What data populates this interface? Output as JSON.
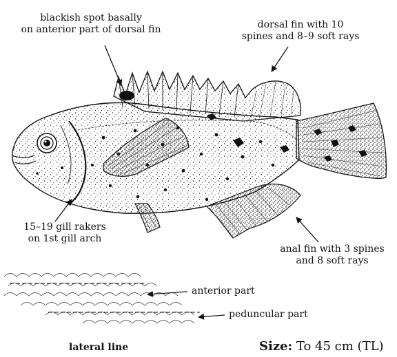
{
  "annotations": {
    "dorsal_spot": {
      "line1": "blackish spot basally",
      "line2": "on anterior part of dorsal fin"
    },
    "dorsal_fin": {
      "line1": "dorsal fin with 10",
      "line2": "spines and 8–9 soft rays"
    },
    "gill_rakers": {
      "line1": "15–19 gill rakers",
      "line2": "on 1st  gill arch"
    },
    "anal_fin": {
      "line1": "anal fin with 3 spines",
      "line2": "and 8 soft rays"
    }
  },
  "lateral_line": {
    "anterior_label": "anterior part",
    "peduncular_label": "peduncular part",
    "caption": "lateral line"
  },
  "size": {
    "label": "Size:",
    "value": "To 45 cm (TL)"
  }
}
